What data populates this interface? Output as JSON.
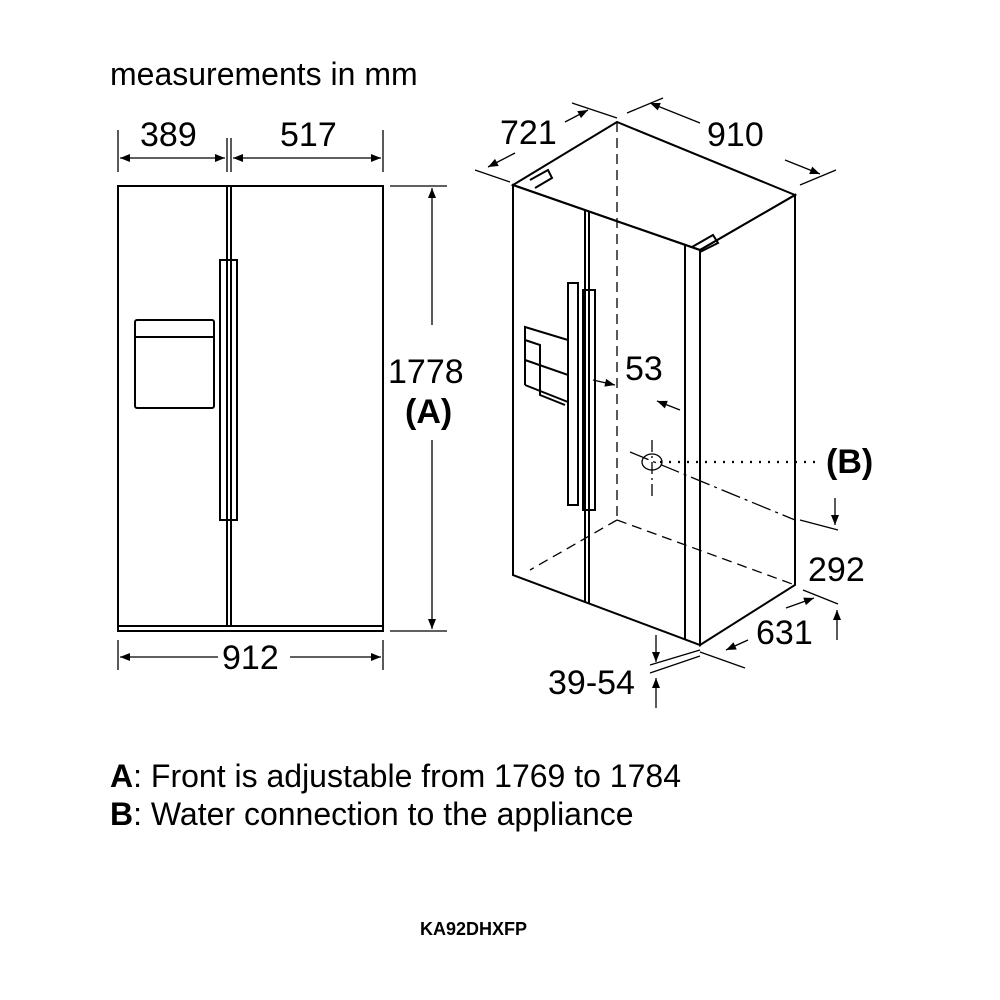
{
  "title": "measurements in mm",
  "front_view": {
    "width_left": "389",
    "width_right": "517",
    "height": "1778",
    "height_note": "(A)",
    "total_width": "912"
  },
  "iso_view": {
    "depth_top": "721",
    "width_top": "910",
    "water_offset": "53",
    "water_label": "(B)",
    "water_height": "292",
    "depth_body": "631",
    "feet_range": "39-54"
  },
  "legend": [
    {
      "key": "A",
      "text": ": Front is adjustable from 1769 to 1784"
    },
    {
      "key": "B",
      "text": ": Water connection to the appliance"
    }
  ],
  "model": "KA92DHXFP"
}
